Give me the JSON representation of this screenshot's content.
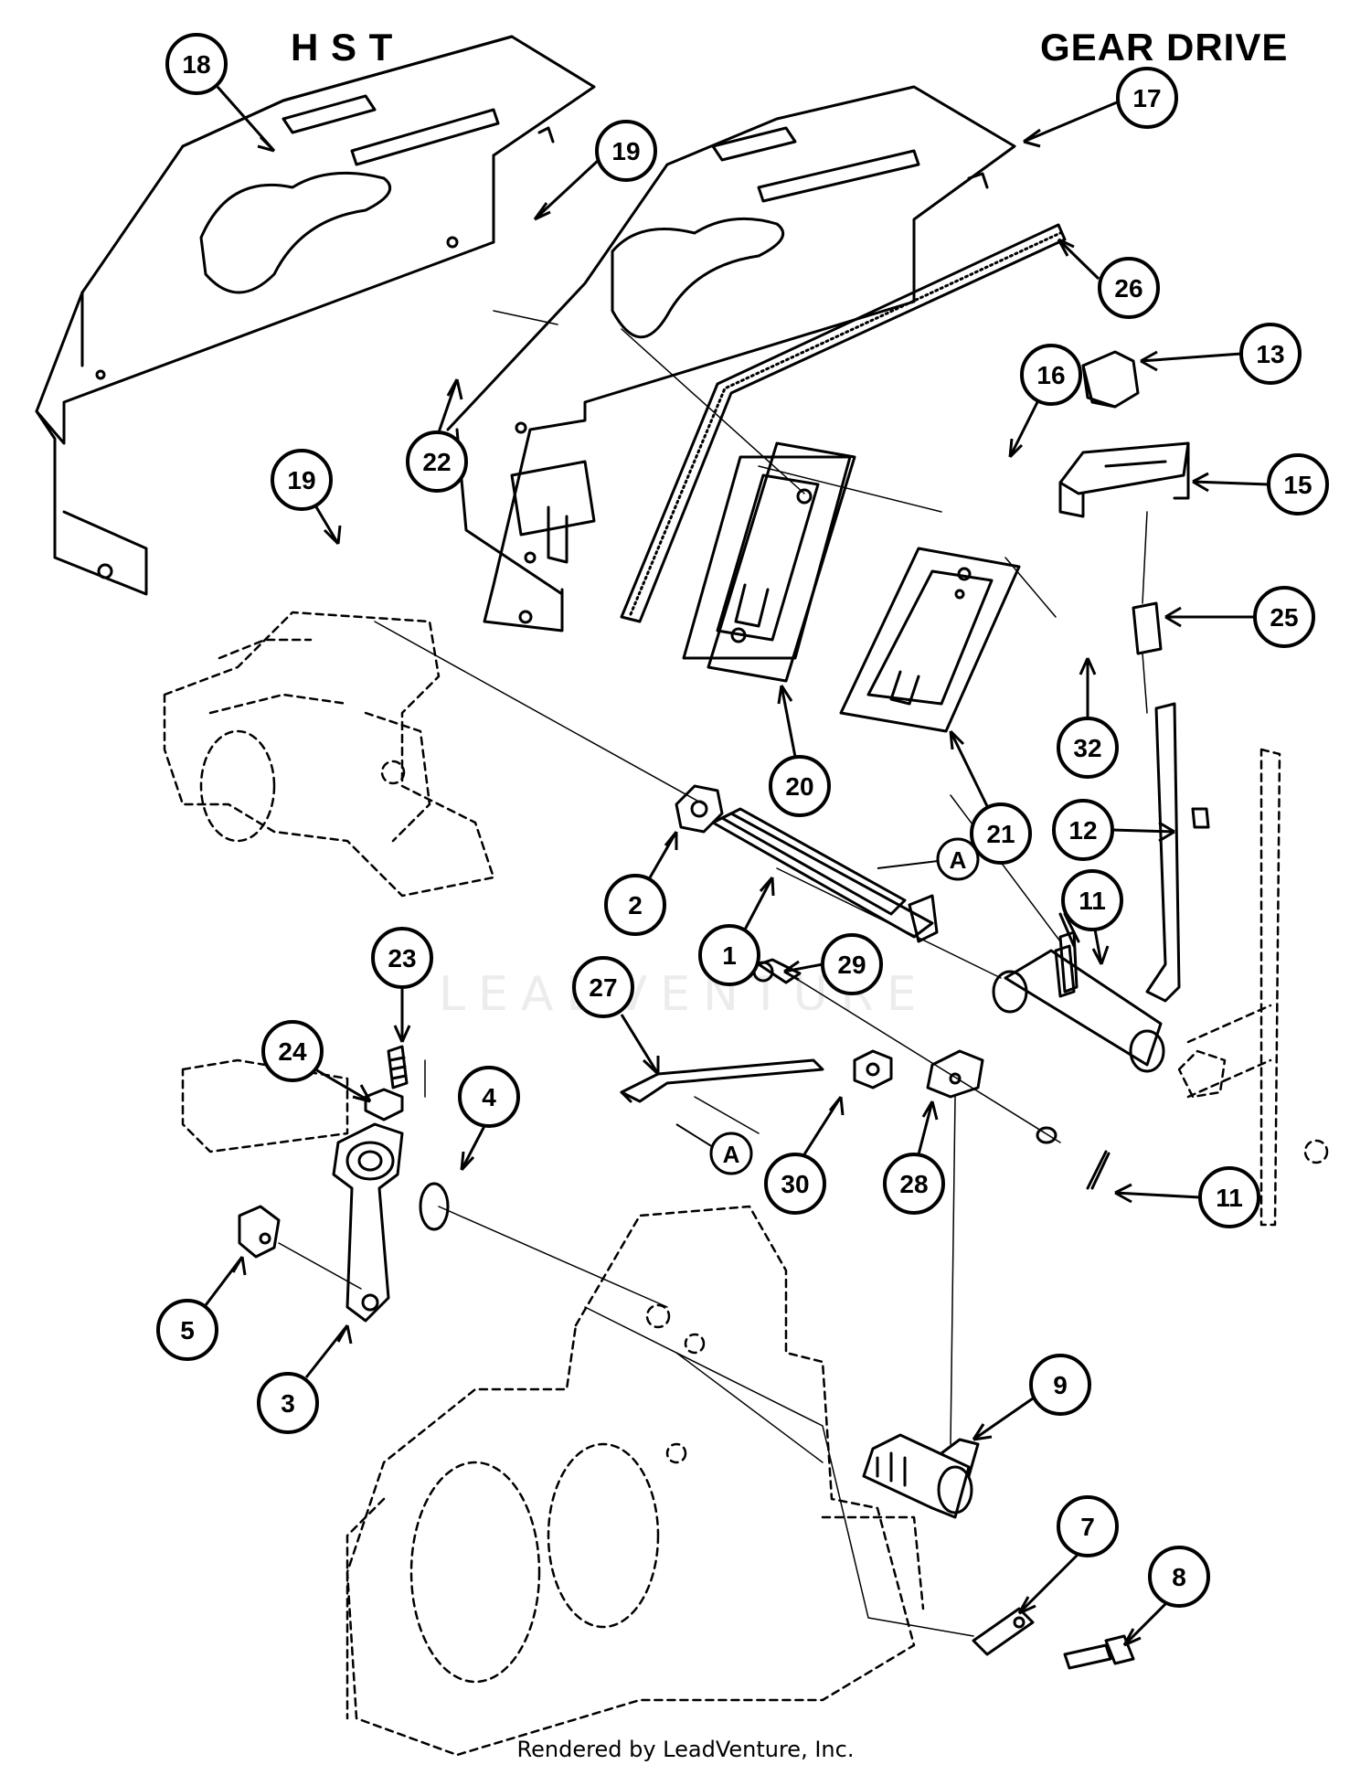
{
  "headings": {
    "left": "H S T",
    "right": "GEAR DRIVE"
  },
  "footer": "Rendered by LeadVenture, Inc.",
  "watermark": "LEADVENTURE",
  "callouts": [
    "18",
    "17",
    "19",
    "26",
    "13",
    "16",
    "15",
    "22",
    "19",
    "25",
    "32",
    "20",
    "21",
    "12",
    "2",
    "1",
    "A",
    "11",
    "23",
    "29",
    "27",
    "24",
    "4",
    "30",
    "28",
    "11",
    "A",
    "5",
    "3",
    "9",
    "7",
    "8"
  ],
  "colors": {
    "ink": "#000000",
    "paper": "#ffffff",
    "watermark": "#ececec"
  }
}
